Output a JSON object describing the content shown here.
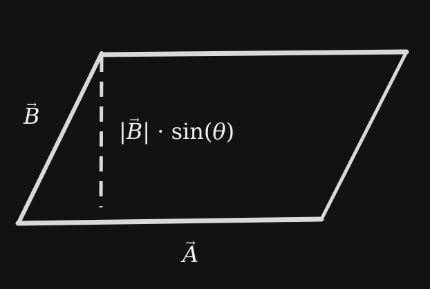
{
  "diagram": {
    "vector_a": {
      "symbol": "A",
      "arrow": "→"
    },
    "vector_b": {
      "symbol": "B",
      "arrow": "→"
    },
    "height_label": {
      "bar_left": "|",
      "symbol": "B",
      "arrow": "→",
      "bar_right": "|",
      "dot": "·",
      "func": "sin",
      "paren_open": "(",
      "angle": "θ",
      "paren_close": ")"
    },
    "colors": {
      "background": "#121212",
      "stroke": "#d9d9d9",
      "text": "#f0f0f0"
    }
  }
}
